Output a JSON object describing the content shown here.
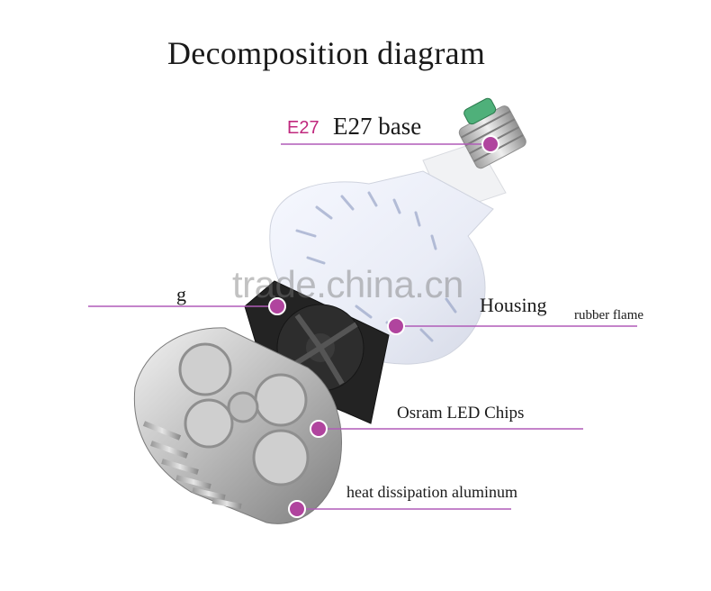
{
  "title": "Decomposition diagram",
  "labels": {
    "e27_code": "E27",
    "e27_base": "E27 base",
    "housing": "Housing",
    "rubber_flame": "rubber flame",
    "led_chips": "Osram LED Chips",
    "heat_sink": "heat dissipation aluminum",
    "fan_partial": "g"
  },
  "watermark": "trade.china.cn",
  "colors": {
    "leader_line": "#b05cb8",
    "dot": "#b0449e",
    "accent_pink": "#c0287e"
  }
}
